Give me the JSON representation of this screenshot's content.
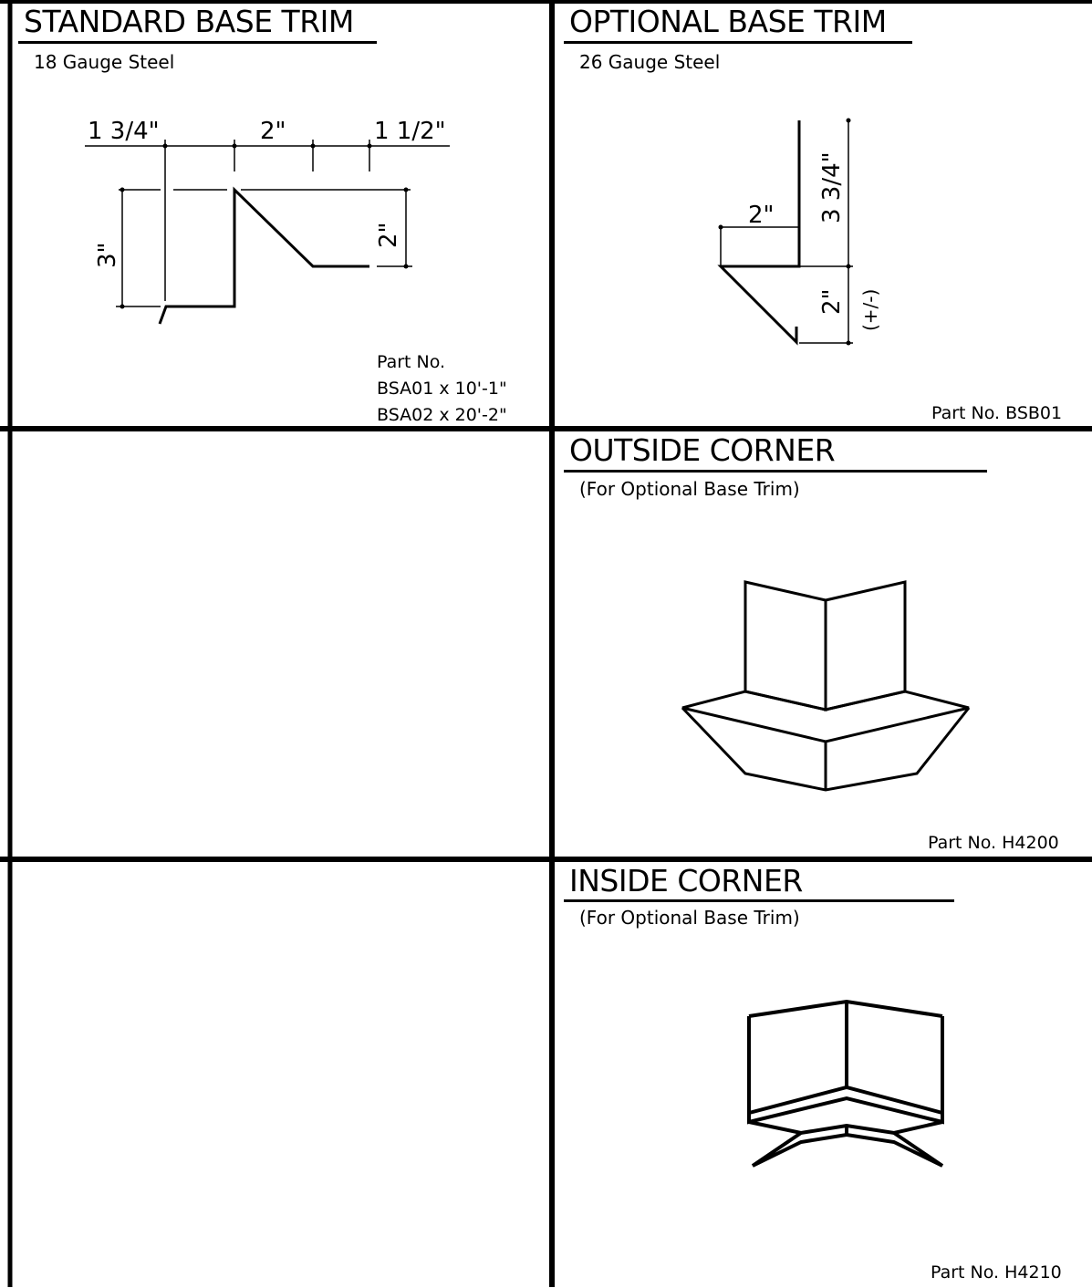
{
  "panels": {
    "standard": {
      "title": "STANDARD BASE TRIM",
      "subtitle": "18 Gauge Steel",
      "dims": {
        "top_left": "1 3/4\"",
        "top_mid": "2\"",
        "top_right": "1 1/2\"",
        "left": "3\"",
        "right": "2\""
      },
      "part_label": "Part No.",
      "part_line1": "BSA01 x 10'-1\"",
      "part_line2": "BSA02 x 20'-2\""
    },
    "optional": {
      "title": "OPTIONAL BASE TRIM",
      "subtitle": "26 Gauge Steel",
      "dims": {
        "width": "2\"",
        "height": "3 3/4\"",
        "lower": "2\"",
        "tolerance": "(+/-)"
      },
      "part": "Part No. BSB01"
    },
    "outside": {
      "title": "OUTSIDE CORNER",
      "subtitle": "(For Optional Base Trim)",
      "part": "Part No. H4200"
    },
    "inside": {
      "title": "INSIDE CORNER",
      "subtitle": "(For Optional Base Trim)",
      "part": "Part No. H4210"
    }
  }
}
